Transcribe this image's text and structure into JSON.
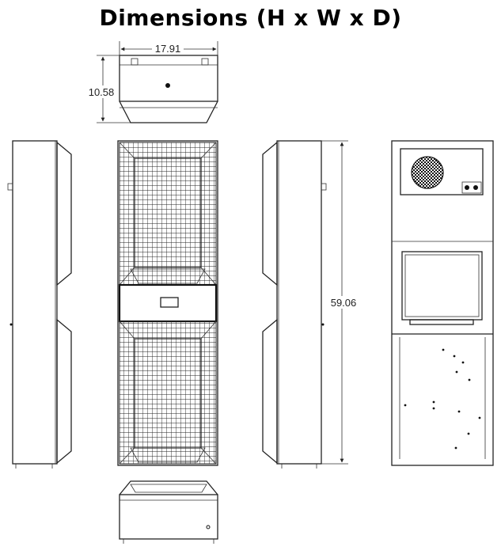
{
  "title": "Dimensions (H x W x D)",
  "dimensions": {
    "width": "17.91",
    "depth": "10.58",
    "height": "59.06"
  }
}
